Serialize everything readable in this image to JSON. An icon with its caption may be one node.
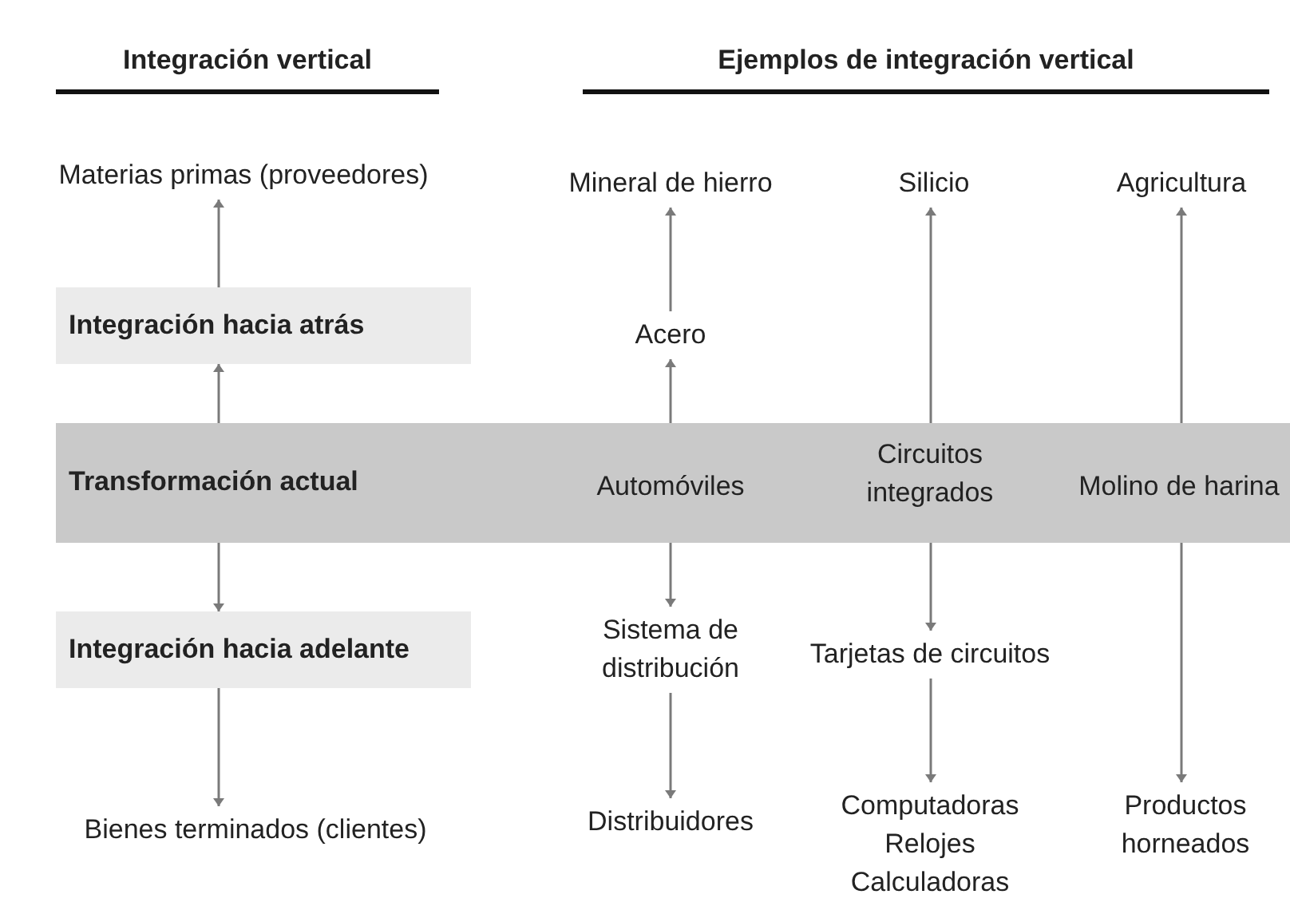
{
  "diagram": {
    "nodes": [
      {
        "text": [
          "Materias primas (proveedores)"
        ]
      },
      {
        "text": [
          "Mineral de hierro"
        ]
      },
      {
        "text": [
          "Silicio"
        ]
      },
      {
        "text": [
          "Agricultura"
        ]
      },
      {
        "text": [
          "Integración hacia atrás"
        ]
      },
      {
        "text": [
          "Acero"
        ]
      },
      {
        "text": [
          "Transformación actual"
        ]
      },
      {
        "text": [
          "Automóviles"
        ],
        "in": 6
      },
      {
        "text": [
          "Circuitos integrados"
        ],
        "in": 6
      },
      {
        "text": [
          "Molino de harina"
        ],
        "in": 6
      },
      {
        "text": [
          "Integración hacia adelante"
        ]
      },
      {
        "text": [
          "Sistema de distribución"
        ]
      },
      {
        "text": [
          "Tarjetas de circuitos"
        ]
      },
      {
        "text": [
          "Bienes terminados (clientes)"
        ]
      },
      {
        "text": [
          "Distribuidores"
        ]
      },
      {
        "text": [
          "Computadoras",
          "Relojes",
          "Calculadoras"
        ]
      },
      {
        "text": [
          "Productos horneados"
        ]
      }
    ],
    "edges": [
      {
        "from": 4,
        "to": 0,
        "arrow": "to"
      },
      {
        "from": 6,
        "to": 4,
        "arrow": "to"
      },
      {
        "from": 6,
        "to": 10,
        "arrow": "to"
      },
      {
        "from": 10,
        "to": 13,
        "arrow": "to"
      },
      {
        "from": 5,
        "to": 1,
        "arrow": "to"
      },
      {
        "from": 7,
        "to": 5,
        "arrow": "to"
      },
      {
        "from": 7,
        "to": 11,
        "arrow": "to"
      },
      {
        "from": 11,
        "to": 14,
        "arrow": "to"
      },
      {
        "from": 8,
        "to": 2,
        "arrow": "to"
      },
      {
        "from": 8,
        "to": 12,
        "arrow": "to"
      },
      {
        "from": 12,
        "to": 15,
        "arrow": "to"
      },
      {
        "from": 9,
        "to": 3,
        "arrow": "to"
      },
      {
        "from": 9,
        "to": 16,
        "arrow": "to"
      }
    ],
    "labels": [
      "Integración vertical",
      "Ejemplos de integración vertical"
    ]
  }
}
